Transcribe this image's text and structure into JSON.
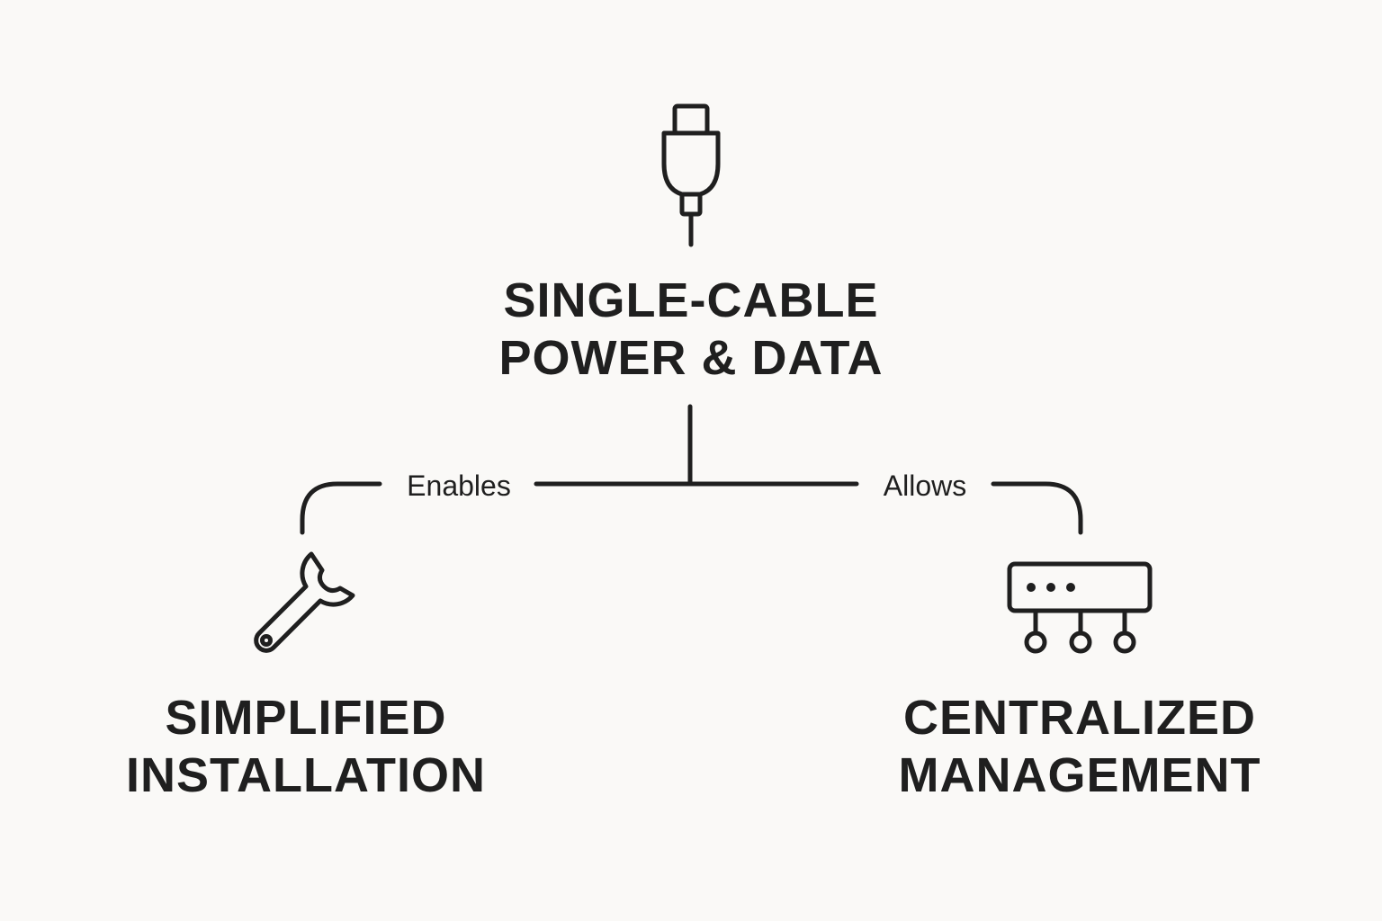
{
  "root": {
    "icon": "power-plug-icon",
    "title_line1": "SINGLE-CABLE",
    "title_line2": "POWER & DATA"
  },
  "edges": {
    "left_label": "Enables",
    "right_label": "Allows"
  },
  "left": {
    "icon": "wrench-icon",
    "title_line1": "SIMPLIFIED",
    "title_line2": "INSTALLATION"
  },
  "right": {
    "icon": "network-device-icon",
    "title_line1": "CENTRALIZED",
    "title_line2": "MANAGEMENT"
  },
  "colors": {
    "background": "#faf9f7",
    "stroke": "#1f1f1f"
  }
}
